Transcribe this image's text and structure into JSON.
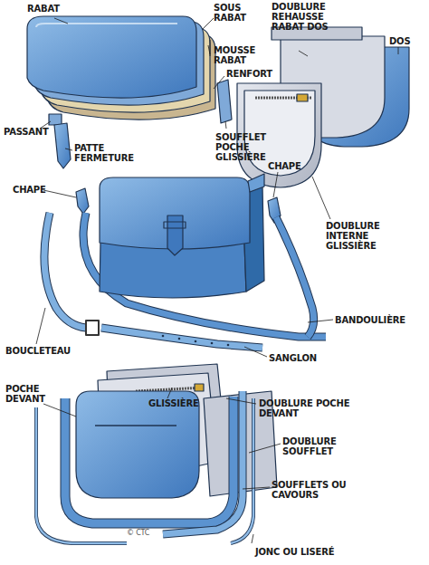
{
  "diagram": {
    "labels": [
      "RABAT",
      "SOUS RABAT",
      "MOUSSE RABAT",
      "RENFORT",
      "DOUBLURE REHAUSSE RABAT DOS",
      "DOS",
      "PASSANT",
      "PATTE FERMETURE",
      "SOUFFLET POCHE GLISSIÈRE",
      "CHAPE",
      "CHAPE",
      "DOUBLURE INTERNE GLISSIÈRE",
      "BANDOULIÈRE",
      "BOUCLETEAU",
      "SANGLON",
      "GLISSIÈRE",
      "POCHE DEVANT",
      "DOUBLURE POCHE DEVANT",
      "DOUBLURE SOUFFLET",
      "SOUFFLETS OU CAVOURS",
      "© CTC",
      "JONC OU LISERÉ"
    ]
  }
}
